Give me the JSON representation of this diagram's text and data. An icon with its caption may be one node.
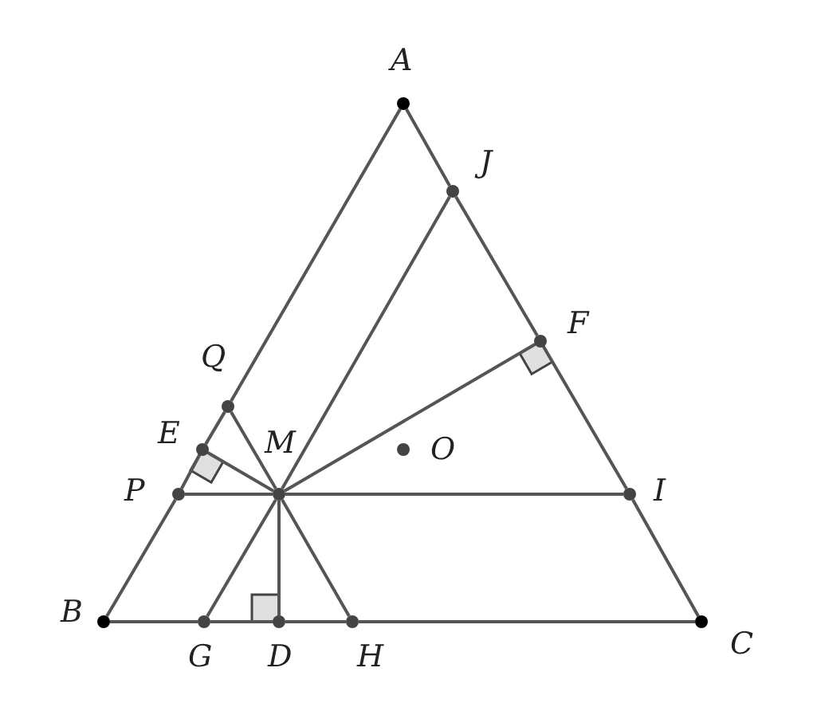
{
  "diagram": {
    "nodes": [
      {
        "text": [],
        "shape": "circle"
      },
      {
        "text": [],
        "shape": "circle"
      },
      {
        "text": [],
        "shape": "circle"
      },
      {
        "text": [],
        "shape": "circle"
      },
      {
        "text": [],
        "shape": "circle"
      },
      {
        "text": [],
        "shape": "circle"
      },
      {
        "text": [],
        "shape": "circle"
      },
      {
        "text": [],
        "shape": "circle"
      },
      {
        "text": [],
        "shape": "circle"
      },
      {
        "text": [],
        "shape": "circle"
      },
      {
        "text": [],
        "shape": "circle"
      },
      {
        "text": [],
        "shape": "circle"
      },
      {
        "text": [],
        "shape": "circle"
      },
      {
        "text": [],
        "shape": "circle"
      }
    ],
    "edges": [
      {
        "from": 0,
        "to": 3,
        "arrow": "none"
      },
      {
        "from": 3,
        "to": 4,
        "arrow": "none"
      },
      {
        "from": 4,
        "to": 6,
        "arrow": "none"
      },
      {
        "from": 6,
        "to": 9,
        "arrow": "none"
      },
      {
        "from": 0,
        "to": 1,
        "arrow": "none"
      },
      {
        "from": 1,
        "to": 2,
        "arrow": "none"
      },
      {
        "from": 2,
        "to": 8,
        "arrow": "none"
      },
      {
        "from": 8,
        "to": 13,
        "arrow": "none"
      },
      {
        "from": 9,
        "to": 10,
        "arrow": "none"
      },
      {
        "from": 10,
        "to": 11,
        "arrow": "none"
      },
      {
        "from": 11,
        "to": 12,
        "arrow": "none"
      },
      {
        "from": 12,
        "to": 13,
        "arrow": "none"
      },
      {
        "from": 7,
        "to": 1,
        "arrow": "none"
      },
      {
        "from": 7,
        "to": 2,
        "arrow": "none"
      },
      {
        "from": 7,
        "to": 3,
        "arrow": "none"
      },
      {
        "from": 7,
        "to": 4,
        "arrow": "none"
      },
      {
        "from": 6,
        "to": 7,
        "arrow": "none"
      },
      {
        "from": 7,
        "to": 8,
        "arrow": "none"
      },
      {
        "from": 7,
        "to": 10,
        "arrow": "none"
      },
      {
        "from": 7,
        "to": 11,
        "arrow": "none"
      },
      {
        "from": 7,
        "to": 12,
        "arrow": "none"
      }
    ],
    "labels": [
      "A",
      "J",
      "F",
      "Q",
      "E",
      "M",
      "O",
      "P",
      "I",
      "B",
      "C",
      "G",
      "D",
      "H"
    ]
  }
}
